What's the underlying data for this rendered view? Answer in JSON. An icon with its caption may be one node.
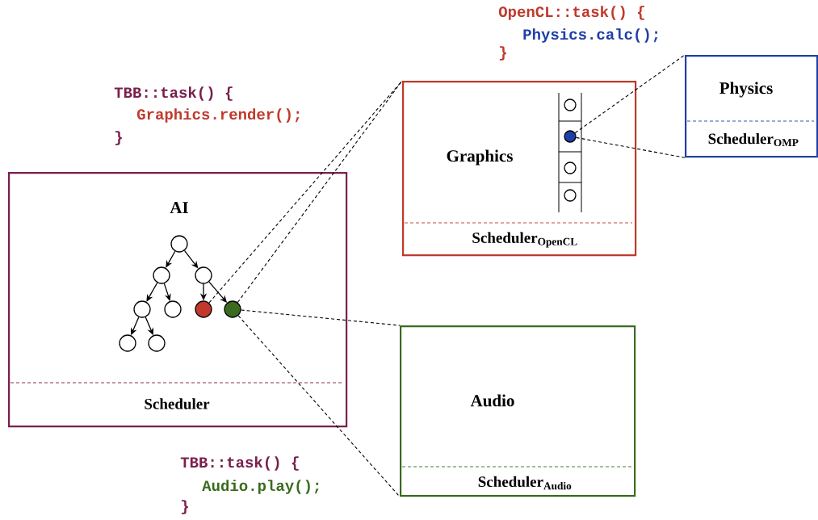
{
  "diagram": {
    "nodes": [
      {
        "text": [
          "AI",
          "Scheduler"
        ]
      },
      {
        "text": [],
        "shape": "circle",
        "in": 0
      },
      {
        "text": [],
        "shape": "circle",
        "in": 0
      },
      {
        "text": [],
        "shape": "circle",
        "in": 0
      },
      {
        "text": [],
        "shape": "circle",
        "in": 0
      },
      {
        "text": [],
        "shape": "circle",
        "in": 0
      },
      {
        "text": [],
        "shape": "circle",
        "in": 0
      },
      {
        "text": [],
        "shape": "circle",
        "in": 0
      },
      {
        "text": [],
        "shape": "circle",
        "in": 0
      },
      {
        "text": [],
        "shape": "circle",
        "in": 0
      },
      {
        "text": [
          "Graphics",
          "Scheduler$_{OpenCL}$"
        ]
      },
      {
        "text": [],
        "shape": "circle",
        "in": 10
      },
      {
        "text": [],
        "shape": "circle",
        "in": 10
      },
      {
        "text": [],
        "shape": "circle",
        "in": 10
      },
      {
        "text": [],
        "shape": "circle",
        "in": 10
      },
      {
        "text": [
          "Physics",
          "Scheduler$_{OMP}$"
        ]
      },
      {
        "text": [
          "Audio",
          "Scheduler$_{Audio}$"
        ]
      }
    ],
    "edges": [
      {
        "from": 1,
        "to": 2,
        "arrow": "to"
      },
      {
        "from": 1,
        "to": 3,
        "arrow": "to"
      },
      {
        "from": 2,
        "to": 4,
        "arrow": "to"
      },
      {
        "from": 2,
        "to": 5,
        "arrow": "to"
      },
      {
        "from": 3,
        "to": 6,
        "arrow": "to"
      },
      {
        "from": 3,
        "to": 7,
        "arrow": "to"
      },
      {
        "from": 4,
        "to": 8,
        "arrow": "to"
      },
      {
        "from": 4,
        "to": 9,
        "arrow": "to"
      },
      {
        "from": 6,
        "to": 10,
        "arrow": "none",
        "style": "dashed"
      },
      {
        "from": 7,
        "to": 10,
        "arrow": "none",
        "style": "dashed"
      },
      {
        "from": 7,
        "to": 16,
        "arrow": "none",
        "style": "dashed"
      },
      {
        "from": 7,
        "to": 16,
        "arrow": "none",
        "style": "dashed"
      },
      {
        "from": 12,
        "to": 15,
        "arrow": "none",
        "style": "dashed"
      },
      {
        "from": 12,
        "to": 15,
        "arrow": "none",
        "style": "dashed"
      }
    ],
    "labels": [
      "OpenCL::task() {",
      "Physics.calc();",
      "}",
      "TBB::task() {",
      "Graphics.render();",
      "}",
      "TBB::task() {",
      "Audio.play();",
      "}"
    ]
  }
}
